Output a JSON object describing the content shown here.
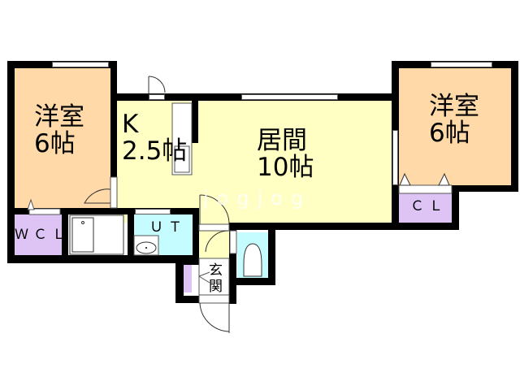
{
  "floorplan": {
    "rooms": [
      {
        "id": "western-room-left",
        "name": "洋室",
        "size": "6帖",
        "color": "#FFD9A8"
      },
      {
        "id": "kitchen",
        "name": "K",
        "size": "2.5帖",
        "color": "#FFFFC4"
      },
      {
        "id": "living",
        "name": "居間",
        "size": "10帖",
        "color": "#FFFFC4"
      },
      {
        "id": "western-room-right",
        "name": "洋室",
        "size": "6帖",
        "color": "#FFD9A8"
      },
      {
        "id": "walk-in-closet",
        "name": "ＷＣＬ",
        "color": "#DDC4F5"
      },
      {
        "id": "closet",
        "name": "ＣＬ",
        "color": "#DDC4F5"
      },
      {
        "id": "utility",
        "name": "ＵＴ",
        "color": "#C4FCFF"
      },
      {
        "id": "toilet",
        "name": "",
        "color": "#C4FCFF"
      },
      {
        "id": "entrance",
        "name": "玄関",
        "color": "#FFFFFF"
      },
      {
        "id": "bathroom",
        "name": "",
        "color": "#FFFFFF"
      }
    ],
    "watermark": "jogjog"
  },
  "colors": {
    "wall": "#000000",
    "western": "#FFD9A8",
    "living": "#FFFFC4",
    "closet": "#DDC4F5",
    "water": "#C4FCFF"
  }
}
